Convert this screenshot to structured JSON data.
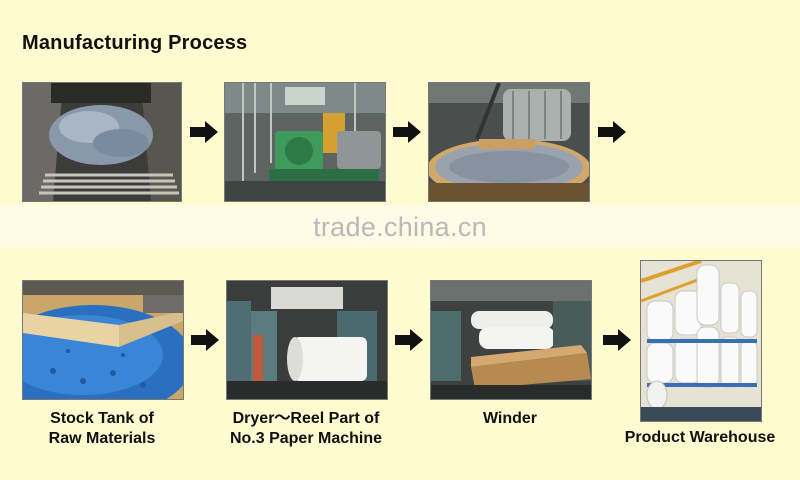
{
  "title": "Manufacturing Process",
  "watermark": "trade.china.cn",
  "steps": [
    {
      "caption_lines": [
        "Stock Tank of",
        "Raw Materials"
      ]
    },
    {
      "caption_lines": [
        "Dryer～Reel Part of",
        "No.3 Paper Machine"
      ]
    },
    {
      "caption_lines": [
        "Winder"
      ]
    },
    {
      "caption_lines": [
        "Product Warehouse"
      ]
    }
  ],
  "colors": {
    "background": "#fffbd0",
    "arrow": "#111111",
    "stock_blue": "#2a6fc0"
  }
}
